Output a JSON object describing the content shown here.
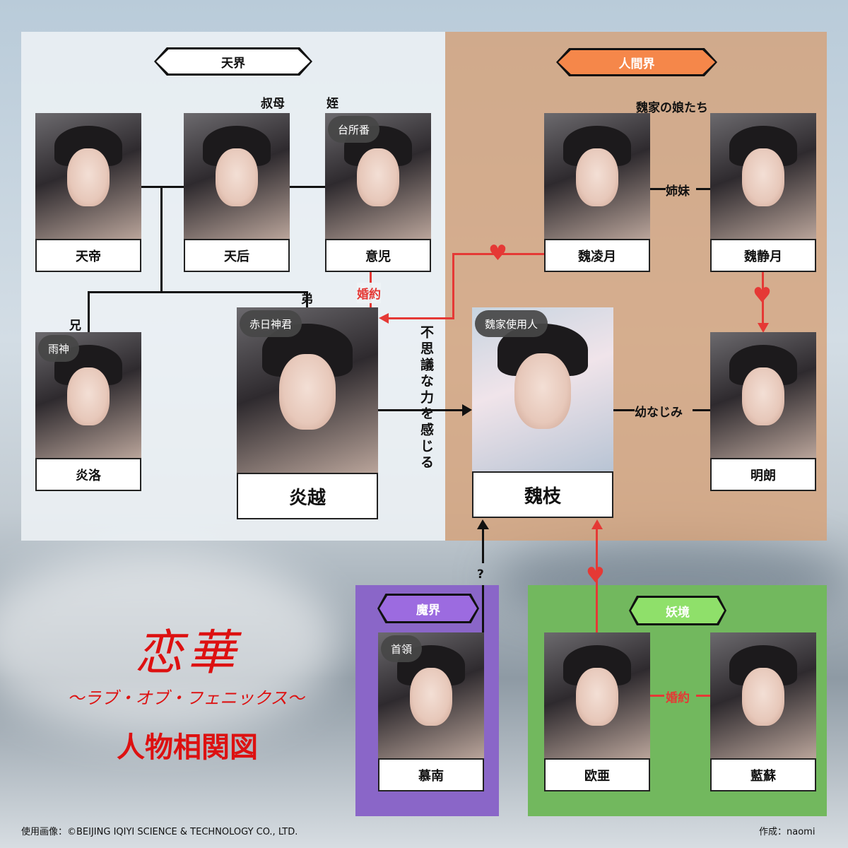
{
  "regions": {
    "heaven": "天界",
    "human": "人間界",
    "demon": "魔界",
    "monster": "妖境"
  },
  "characters": {
    "tentei": {
      "name": "天帝"
    },
    "tengo": {
      "name": "天后",
      "relation": "叔母"
    },
    "iji": {
      "name": "意児",
      "relation": "姪",
      "role": "台所番"
    },
    "enraku": {
      "name": "炎洛",
      "relation": "兄",
      "role": "雨神"
    },
    "enetsu": {
      "name": "炎越",
      "relation": "弟",
      "role": "赤日神君"
    },
    "gishi": {
      "name": "魏枝",
      "role": "魏家使用人"
    },
    "giryogetsu": {
      "name": "魏凌月"
    },
    "giseigetsu": {
      "name": "魏静月"
    },
    "meiro": {
      "name": "明朗"
    },
    "bonan": {
      "name": "慕南",
      "role": "首領"
    },
    "oua": {
      "name": "欧亜"
    },
    "ransu": {
      "name": "藍蘇"
    }
  },
  "labels": {
    "wei_daughters": "魏家の娘たち",
    "sisters": "姉妹",
    "engagement1": "婚約",
    "engagement2": "婚約",
    "mystery_power": "不思議な力を感じる",
    "childhood_friend": "幼なじみ",
    "question": "?"
  },
  "title": {
    "main": "恋華",
    "sub": "〜ラブ・オブ・フェニックス〜",
    "chart": "人物相関図"
  },
  "footer": {
    "credit": "使用画像：©BEIJING IQIYI SCIENCE & TECHNOLOGY CO., LTD.",
    "author": "作成：naomi"
  },
  "colors": {
    "heaven_bg": "#eef2f6",
    "human_bg": "#d6a076",
    "human_tag": "#f5874a",
    "demon_bg": "#8a66c8",
    "demon_tag": "#9c6be0",
    "monster_bg": "#72b85e",
    "monster_tag": "#8fe06a",
    "accent_red": "#e53935"
  }
}
